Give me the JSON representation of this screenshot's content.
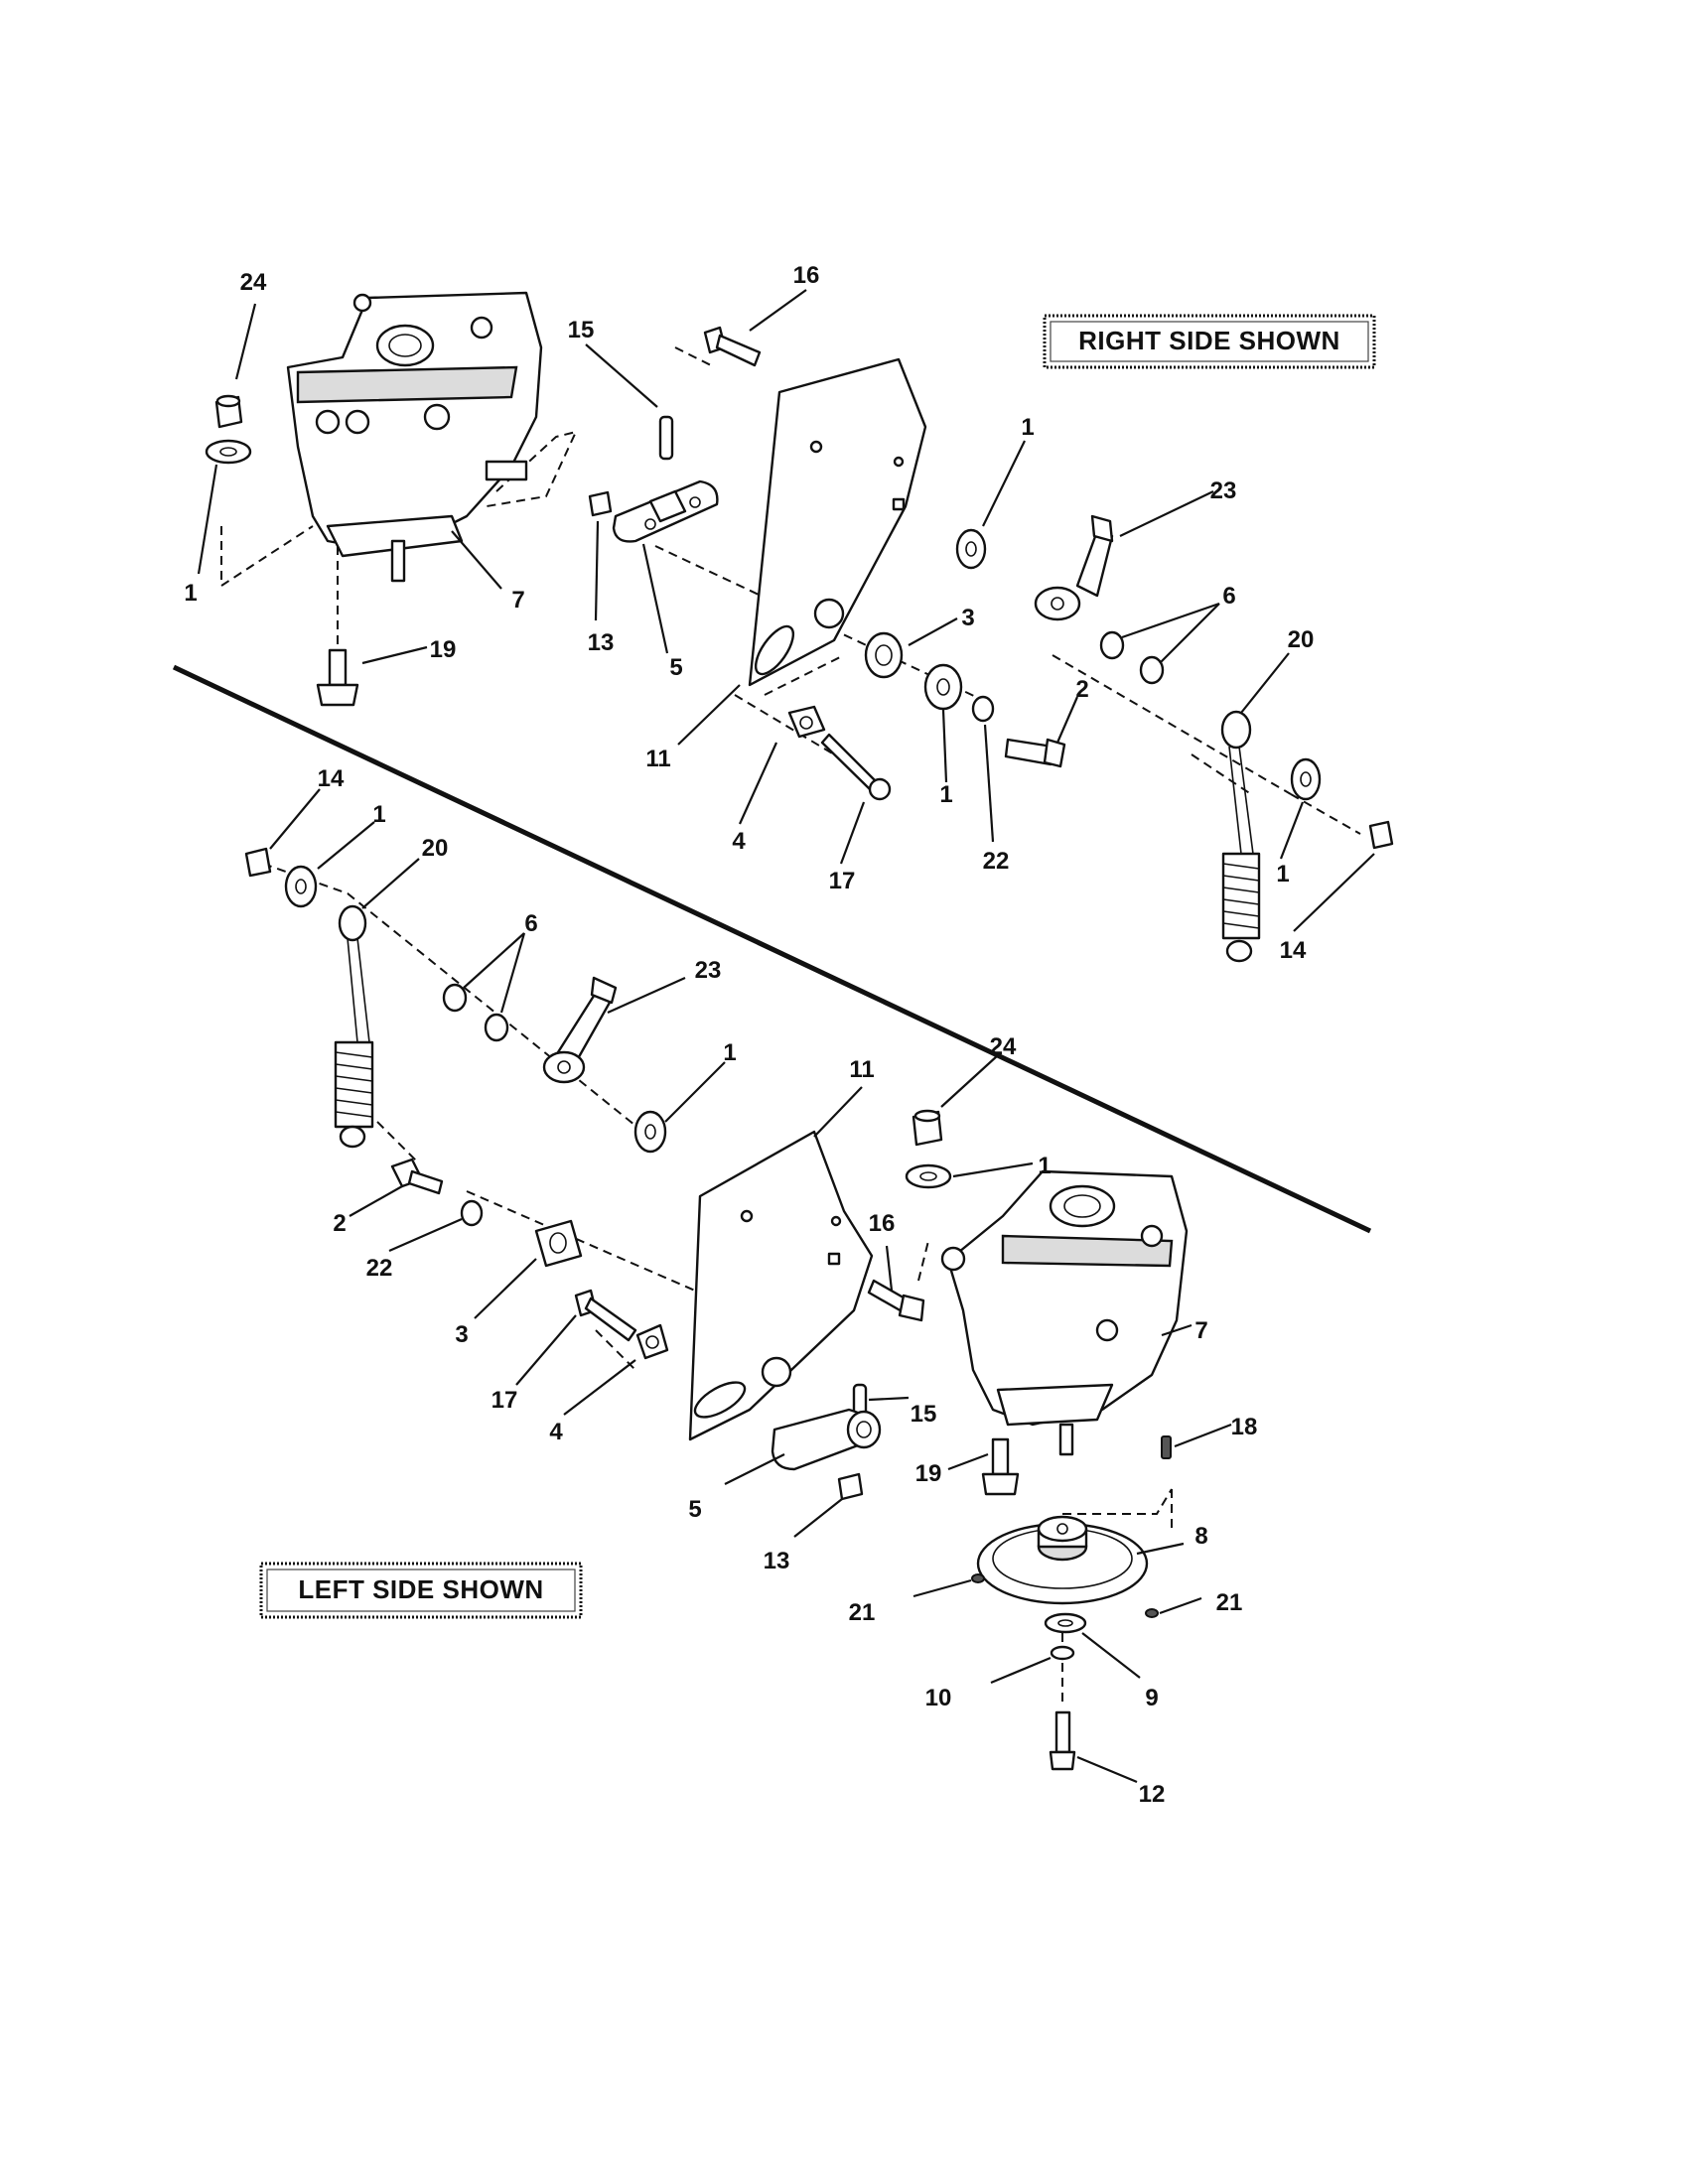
{
  "captions": {
    "right": "RIGHT SIDE SHOWN",
    "left": "LEFT SIDE SHOWN"
  },
  "callouts": {
    "top": {
      "c24": "24",
      "c1a": "1",
      "c7": "7",
      "c19": "19",
      "c15": "15",
      "c13": "13",
      "c5": "5",
      "c16": "16",
      "c11": "11",
      "c4": "4",
      "c17": "17",
      "c1b": "1",
      "c3": "3",
      "c1c": "1",
      "c22": "22",
      "c2": "2",
      "c23": "23",
      "c6": "6",
      "c20": "20",
      "c1d": "1",
      "c14": "14"
    },
    "bottom": {
      "c14": "14",
      "c1a": "1",
      "c20": "20",
      "c6": "6",
      "c23": "23",
      "c1b": "1",
      "c2": "2",
      "c22": "22",
      "c3": "3",
      "c17": "17",
      "c4": "4",
      "c11": "11",
      "c16": "16",
      "c15": "15",
      "c5": "5",
      "c13": "13",
      "c24": "24",
      "c1c": "1",
      "c7": "7",
      "c18": "18",
      "c19": "19",
      "c8": "8",
      "c21a": "21",
      "c21b": "21",
      "c9": "9",
      "c10": "10",
      "c12": "12"
    }
  }
}
